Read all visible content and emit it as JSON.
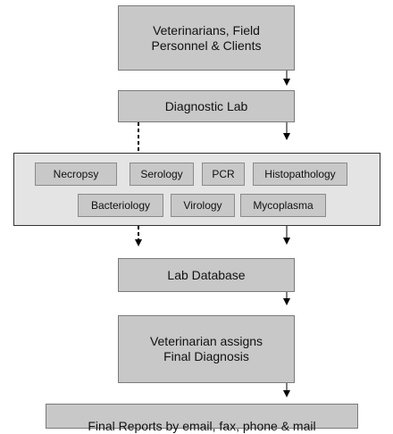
{
  "diagram": {
    "nodes": {
      "sources": "Veterinarians, Field\nPersonnel & Clients",
      "diagnostic_lab": "Diagnostic Lab",
      "lab_database": "Lab Database",
      "final_diagnosis": "Veterinarian assigns\nFinal Diagnosis",
      "final_reports": "Final Reports by email, fax, phone & mail"
    },
    "tests": {
      "row1": [
        "Necropsy",
        "Serology",
        "PCR",
        "Histopathology"
      ],
      "row2": [
        "Bacteriology",
        "Virology",
        "Mycoplasma"
      ]
    },
    "colors": {
      "box_fill": "#c8c8c8",
      "panel_fill": "#e4e4e4",
      "line": "#000000"
    }
  }
}
